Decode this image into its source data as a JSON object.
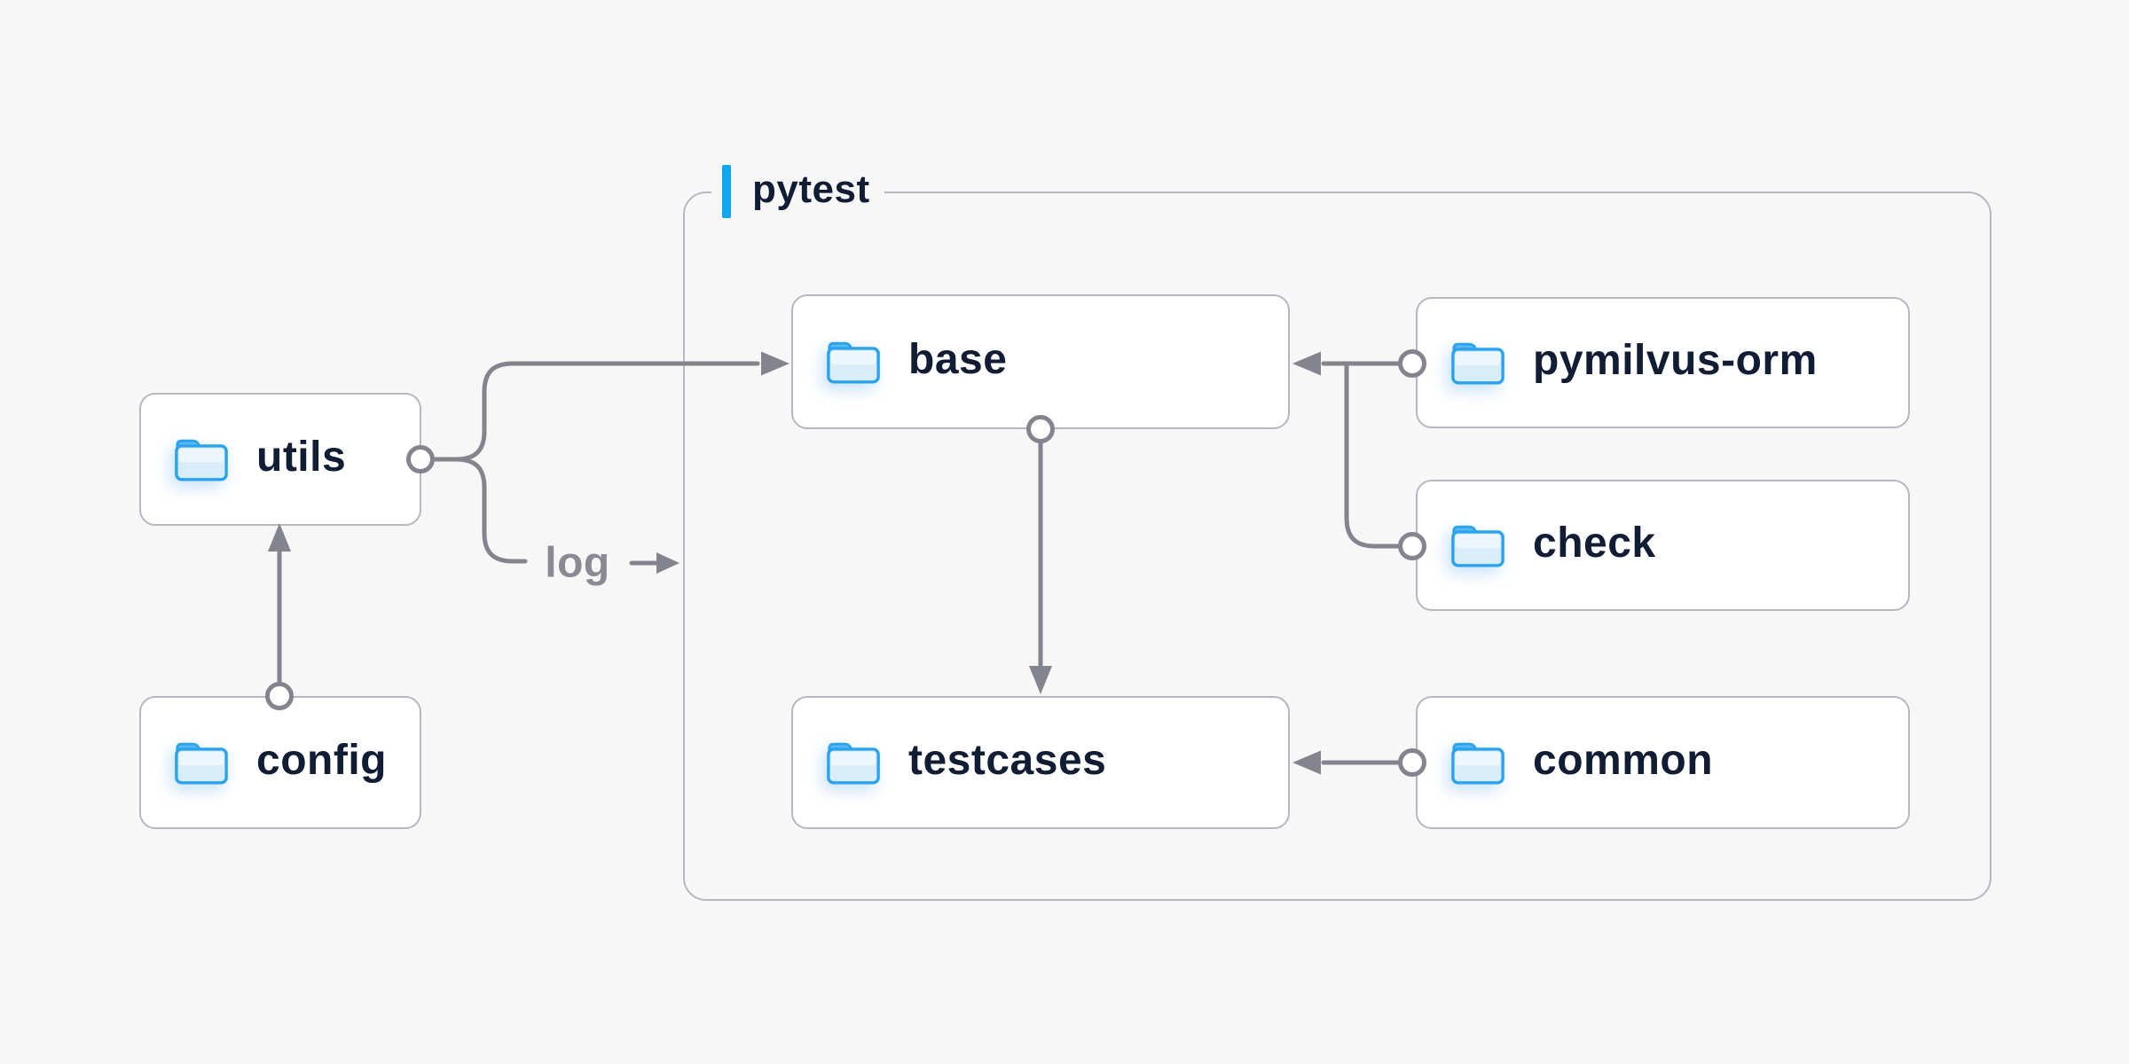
{
  "diagram": {
    "group": {
      "label": "pytest"
    },
    "nodes": [
      {
        "id": "utils",
        "label": "utils"
      },
      {
        "id": "config",
        "label": "config"
      },
      {
        "id": "base",
        "label": "base"
      },
      {
        "id": "testcases",
        "label": "testcases"
      },
      {
        "id": "pymilvus-orm",
        "label": "pymilvus-orm"
      },
      {
        "id": "check",
        "label": "check"
      },
      {
        "id": "common",
        "label": "common"
      }
    ],
    "edges": [
      {
        "from": "config",
        "to": "utils"
      },
      {
        "from": "utils",
        "to": "base"
      },
      {
        "from": "utils",
        "to": "pytest-group",
        "label": "log"
      },
      {
        "from": "base",
        "to": "testcases"
      },
      {
        "from": "pymilvus-orm",
        "to": "base"
      },
      {
        "from": "check",
        "to": "base"
      },
      {
        "from": "common",
        "to": "testcases"
      }
    ],
    "edge_label": {
      "text": "log"
    },
    "colors": {
      "background": "#f7f7f8",
      "node_background": "#ffffff",
      "node_border": "#b7b7c2",
      "text_navy": "#111c35",
      "line_gray": "#84848e",
      "muted_label_gray": "#8a8a95",
      "accent_blue": "#12a6f0",
      "folder_blue": "#2aa3ee",
      "folder_fill": "#d9ecfa"
    }
  }
}
